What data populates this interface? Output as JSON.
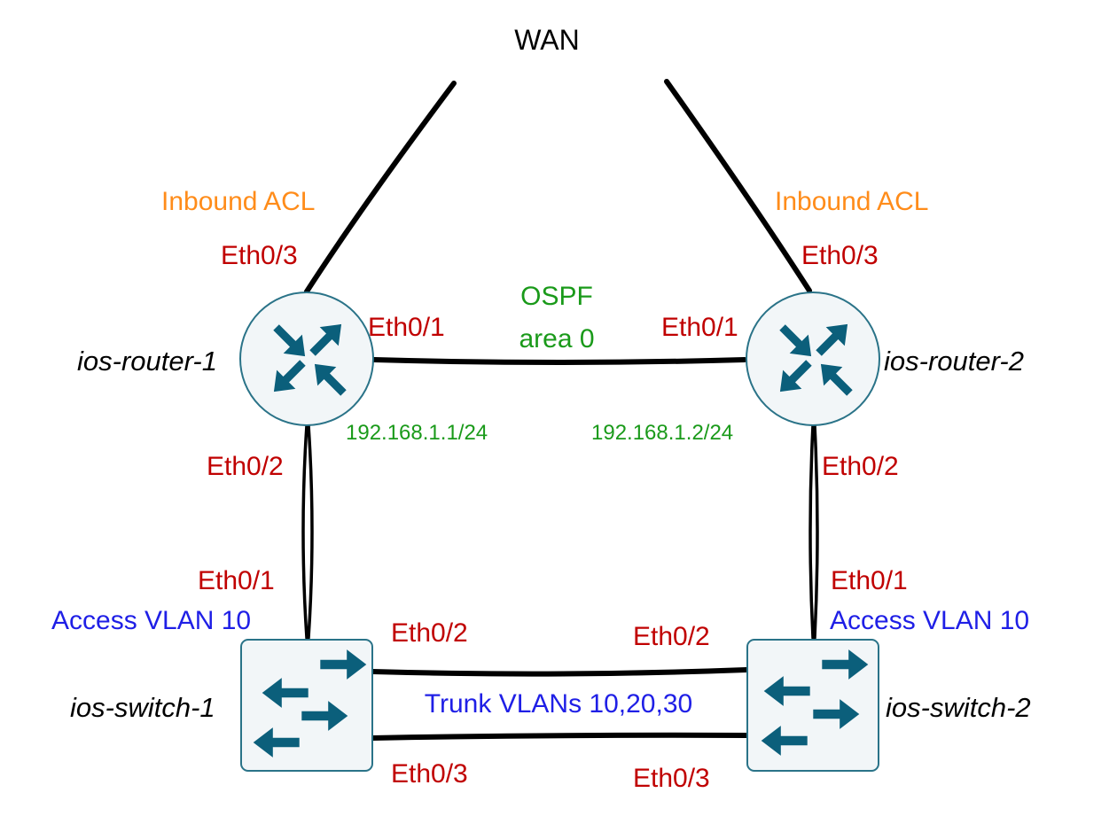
{
  "colors": {
    "background": "#ffffff",
    "link": "#000000",
    "interface": "#c00000",
    "acl": "#ff8c1a",
    "ospf": "#1a9a1a",
    "vlan": "#1f1fe6",
    "device_fill": "#f2f6f8",
    "device_stroke": "#2a7388",
    "device_icon": "#0b5f7b",
    "device_name": "#000000"
  },
  "wan": {
    "label": "WAN"
  },
  "routers": [
    {
      "name": "ios-router-1",
      "icon": "router-icon",
      "acl_label": "Inbound ACL",
      "wan_interface": "Eth0/3",
      "ospf_interface": "Eth0/1",
      "switch_interface": "Eth0/2",
      "ip": "192.168.1.1/24"
    },
    {
      "name": "ios-router-2",
      "icon": "router-icon",
      "acl_label": "Inbound ACL",
      "wan_interface": "Eth0/3",
      "ospf_interface": "Eth0/1",
      "switch_interface": "Eth0/2",
      "ip": "192.168.1.2/24"
    }
  ],
  "ospf": {
    "line1": "OSPF",
    "line2": "area 0"
  },
  "switches": [
    {
      "name": "ios-switch-1",
      "icon": "switch-icon",
      "uplink_interface": "Eth0/1",
      "access_vlan": "Access VLAN 10",
      "trunk_interface_top": "Eth0/2",
      "trunk_interface_bottom": "Eth0/3"
    },
    {
      "name": "ios-switch-2",
      "icon": "switch-icon",
      "uplink_interface": "Eth0/1",
      "access_vlan": "Access VLAN 10",
      "trunk_interface_top": "Eth0/2",
      "trunk_interface_bottom": "Eth0/3"
    }
  ],
  "trunk": {
    "label": "Trunk VLANs 10,20,30"
  }
}
